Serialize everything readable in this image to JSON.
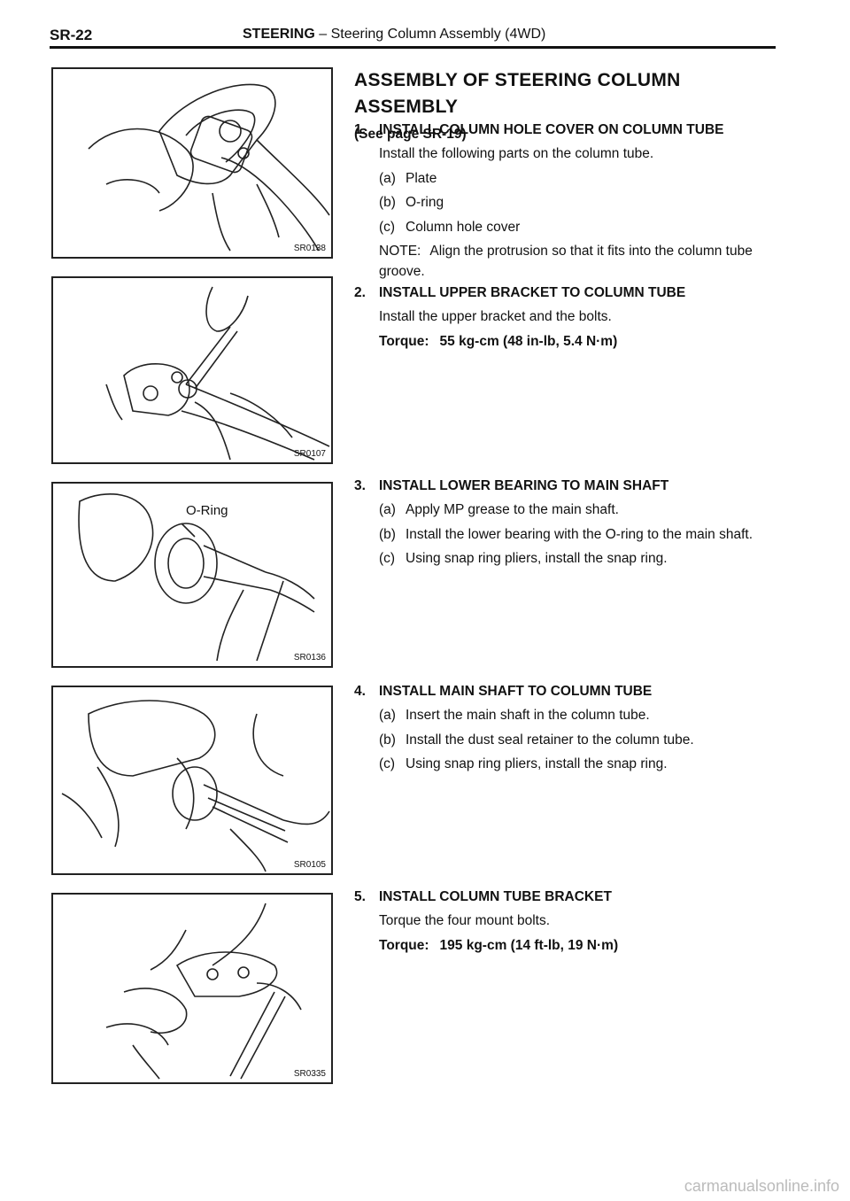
{
  "header": {
    "page_code": "SR-22",
    "section": "STEERING",
    "dash": "–",
    "subsection": "Steering Column Assembly (4WD)"
  },
  "figures": [
    {
      "code": "SR0138",
      "callout": ""
    },
    {
      "code": "SR0107",
      "callout": ""
    },
    {
      "code": "SR0136",
      "callout": "O-Ring"
    },
    {
      "code": "SR0105",
      "callout": ""
    },
    {
      "code": "SR0335",
      "callout": ""
    }
  ],
  "main": {
    "title": "ASSEMBLY OF STEERING COLUMN ASSEMBLY",
    "see_page": "(See page SR-19)",
    "steps": [
      {
        "num": "1.",
        "heading": "INSTALL COLUMN HOLE COVER ON COLUMN TUBE",
        "intro": "Install the following parts on the column tube.",
        "subs": [
          {
            "l": "(a)",
            "t": "Plate"
          },
          {
            "l": "(b)",
            "t": "O-ring"
          },
          {
            "l": "(c)",
            "t": "Column hole cover"
          }
        ],
        "note_label": "NOTE:",
        "note": "Align the protrusion so that it fits into the column tube groove."
      },
      {
        "num": "2.",
        "heading": "INSTALL UPPER BRACKET TO COLUMN TUBE",
        "intro": "Install the upper bracket and the bolts.",
        "torque_label": "Torque:",
        "torque": "55 kg-cm (48 in-lb, 5.4 N·m)"
      },
      {
        "num": "3.",
        "heading": "INSTALL LOWER BEARING TO MAIN SHAFT",
        "subs": [
          {
            "l": "(a)",
            "t": "Apply MP grease to the main shaft."
          },
          {
            "l": "(b)",
            "t": "Install the lower bearing with the O-ring to the main shaft."
          },
          {
            "l": "(c)",
            "t": "Using snap ring pliers, install the snap ring."
          }
        ]
      },
      {
        "num": "4.",
        "heading": "INSTALL MAIN SHAFT TO COLUMN TUBE",
        "subs": [
          {
            "l": "(a)",
            "t": "Insert the main shaft in the column tube."
          },
          {
            "l": "(b)",
            "t": "Install the dust seal retainer to the column tube."
          },
          {
            "l": "(c)",
            "t": "Using snap ring pliers, install the snap ring."
          }
        ]
      },
      {
        "num": "5.",
        "heading": "INSTALL COLUMN TUBE BRACKET",
        "intro": "Torque the four mount bolts.",
        "torque_label": "Torque:",
        "torque": "195 kg-cm (14 ft-lb, 19 N·m)"
      }
    ]
  },
  "footer": {
    "watermark": "carmanualsonline.info"
  }
}
